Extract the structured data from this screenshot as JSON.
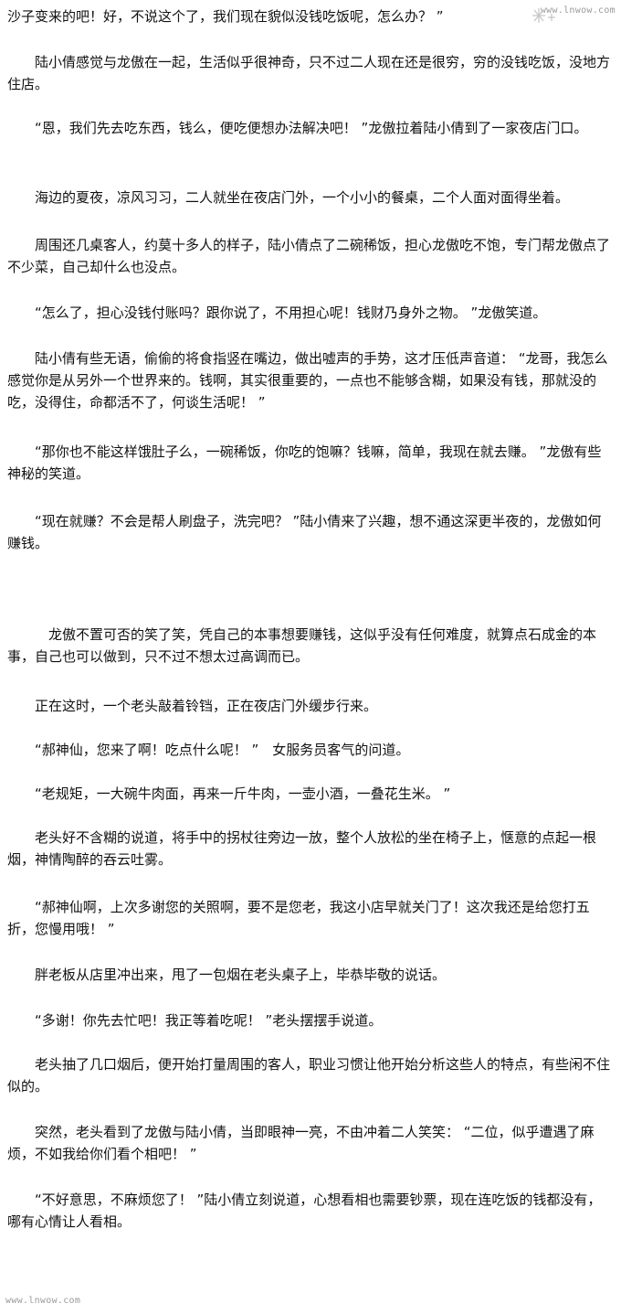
{
  "watermark_top": "www.lnwow.com",
  "watermark_bottom": "www.lnwow.com",
  "paragraphs": [
    "沙子变来的吧！好，不说这个了，我们现在貌似没钱吃饭呢，怎么办？ ”",
    "　　陆小倩感觉与龙傲在一起，生活似乎很神奇，只不过二人现在还是很穷，穷的没钱吃饭，没地方住店。",
    "　　“恩，我们先去吃东西，钱么，便吃便想办法解决吧！ ”龙傲拉着陆小倩到了一家夜店门口。",
    "　　海边的夏夜，凉风习习，二人就坐在夜店门外，一个小小的餐桌，二个人面对面得坐着。",
    "　　周围还几桌客人，约莫十多人的样子，陆小倩点了二碗稀饭，担心龙傲吃不饱，专门帮龙傲点了不少菜，自己却什么也没点。",
    "　　“怎么了，担心没钱付账吗？跟你说了，不用担心呢！钱财乃身外之物。 ”龙傲笑道。",
    "　　陆小倩有些无语，偷偷的将食指竖在嘴边，做出嘘声的手势，这才压低声音道： “龙哥，我怎么感觉你是从另外一个世界来的。钱啊，其实很重要的，一点也不能够含糊，如果没有钱，那就没的吃，没得住，命都活不了，何谈生活呢！ ”",
    "　　“那你也不能这样饿肚子么，一碗稀饭，你吃的饱嘛？钱嘛，简单，我现在就去赚。 ”龙傲有些神秘的笑道。",
    "　　“现在就赚？不会是帮人刷盘子，洗完吧？ ”陆小倩来了兴趣，想不通这深更半夜的，龙傲如何赚钱。",
    "　　　龙傲不置可否的笑了笑，凭自己的本事想要赚钱，这似乎没有任何难度，就算点石成金的本事，自己也可以做到，只不过不想太过高调而已。",
    "　　正在这时，一个老头敲着铃铛，正在夜店门外缓步行来。",
    "　　“郝神仙，您来了啊！吃点什么呢！ ”　女服务员客气的问道。",
    "　　“老规矩，一大碗牛肉面，再来一斤牛肉，一壶小酒，一叠花生米。 ”",
    "　　老头好不含糊的说道，将手中的拐杖往旁边一放，整个人放松的坐在椅子上，惬意的点起一根烟，神情陶醉的吞云吐雾。",
    "　　“郝神仙啊，上次多谢您的关照啊，要不是您老，我这小店早就关门了！这次我还是给您打五折，您慢用哦！ ”",
    "　　胖老板从店里冲出来，甩了一包烟在老头桌子上，毕恭毕敬的说话。",
    "　　“多谢！你先去忙吧！我正等着吃呢！ ”老头摆摆手说道。",
    "　　老头抽了几口烟后，便开始打量周围的客人，职业习惯让他开始分析这些人的特点，有些闲不住似的。",
    "　　突然，老头看到了龙傲与陆小倩，当即眼神一亮，不由冲着二人笑笑： “二位，似乎遭遇了麻烦，不如我给你们看个相吧！ ”",
    "　　“不好意思，不麻烦您了！ ”陆小倩立刻说道，心想看相也需要钞票，现在连吃饭的钱都没有，哪有心情让人看相。"
  ]
}
